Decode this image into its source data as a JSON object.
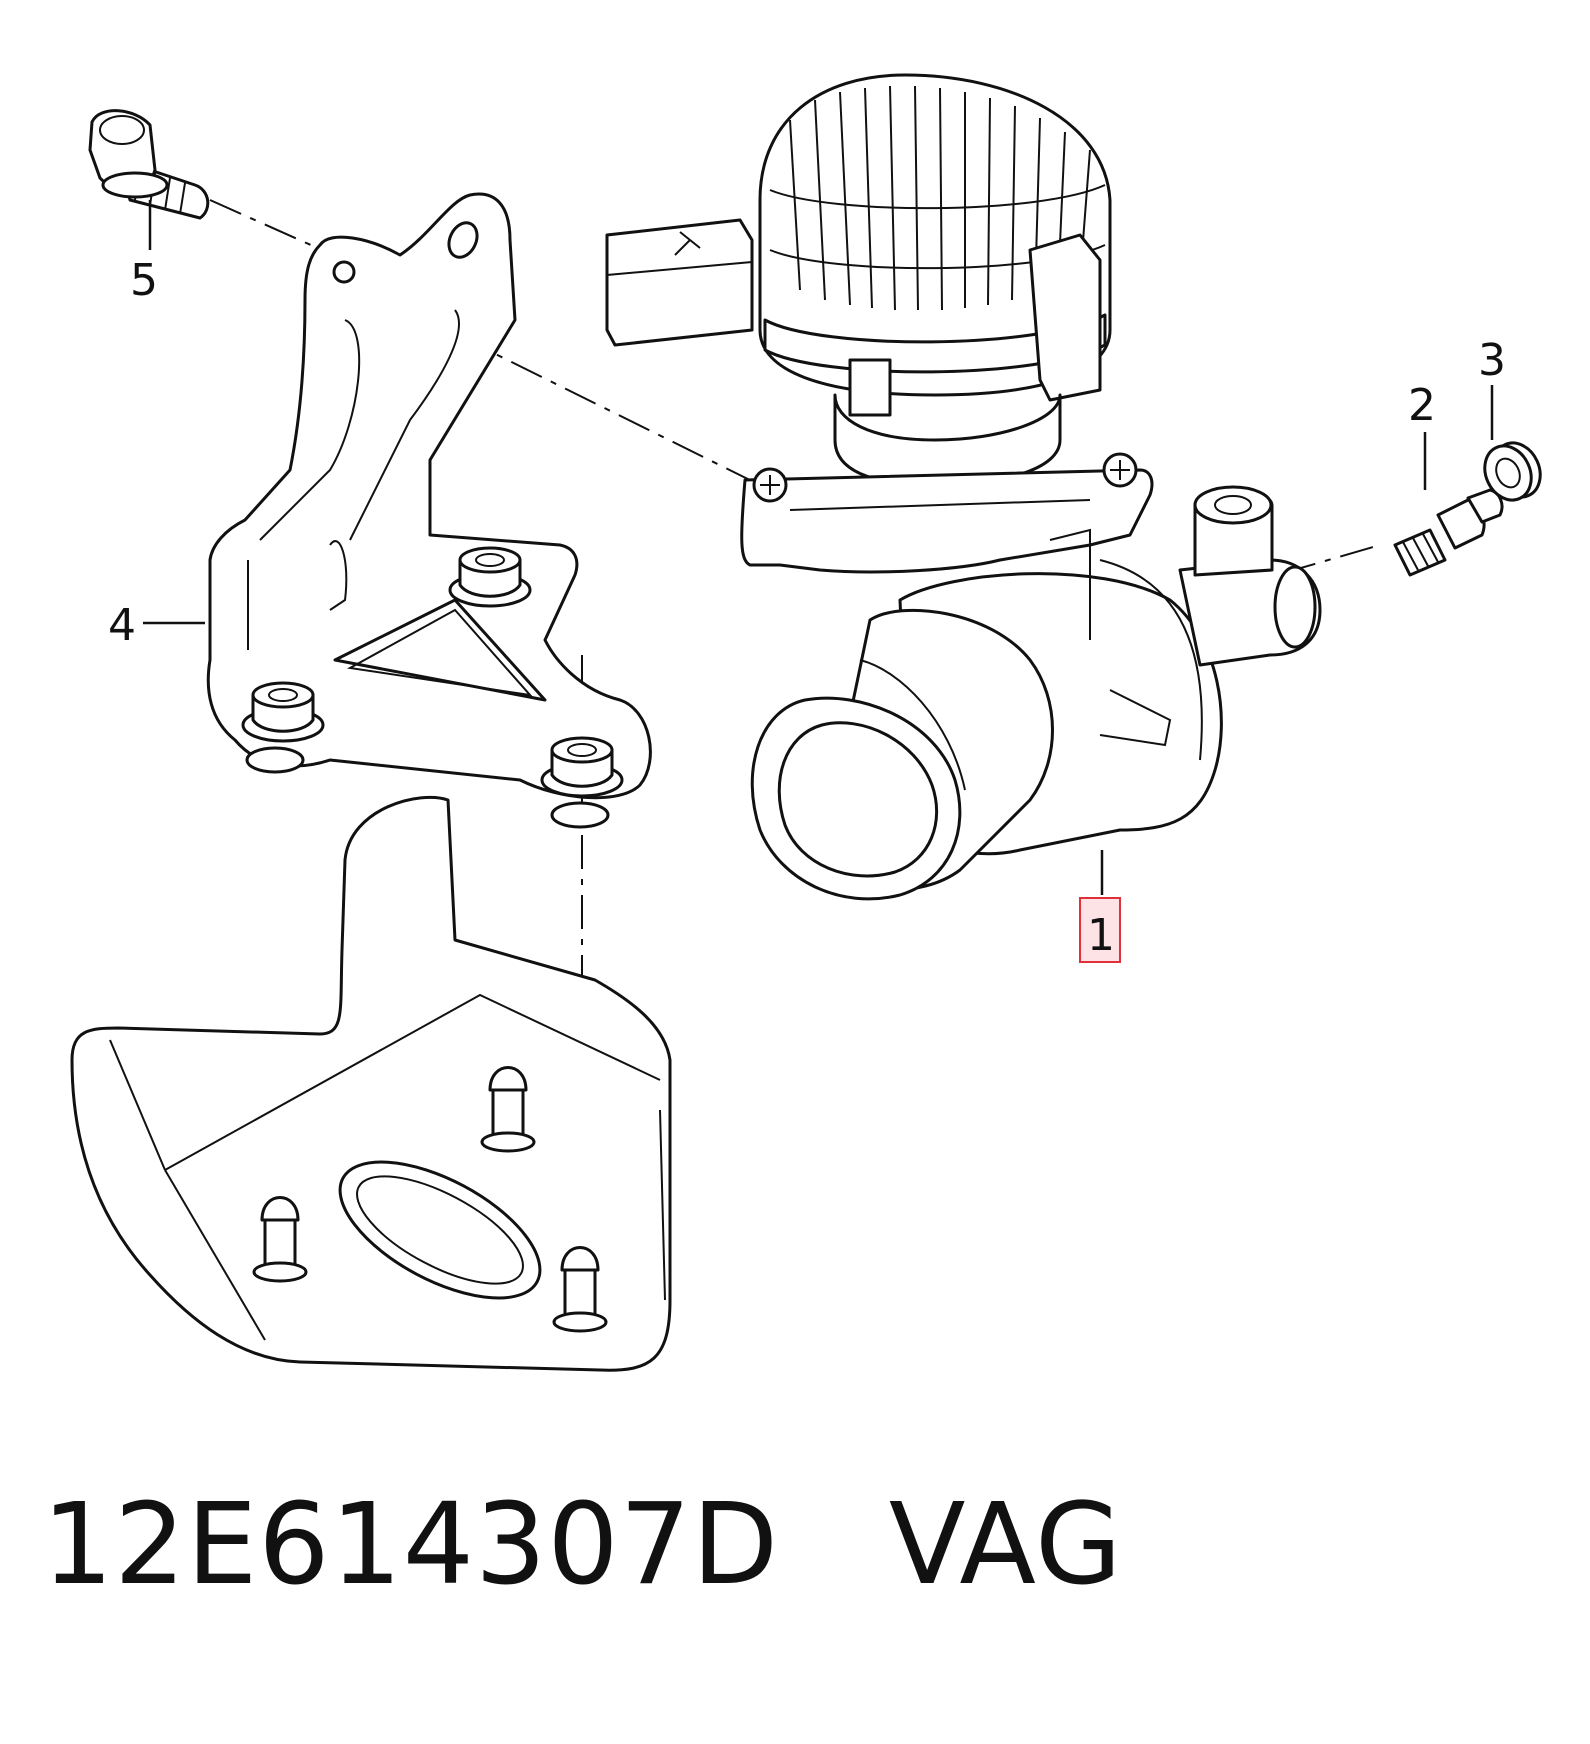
{
  "callouts": [
    {
      "id": "1",
      "label": "1",
      "highlighted": true,
      "highlight_color": "#e0303a"
    },
    {
      "id": "2",
      "label": "2"
    },
    {
      "id": "3",
      "label": "3"
    },
    {
      "id": "4",
      "label": "4"
    },
    {
      "id": "5",
      "label": "5"
    }
  ],
  "caption": {
    "part_number": "12E614307D",
    "brand": "VAG"
  },
  "colors": {
    "line": "#111111",
    "highlight": "#e0303a"
  }
}
